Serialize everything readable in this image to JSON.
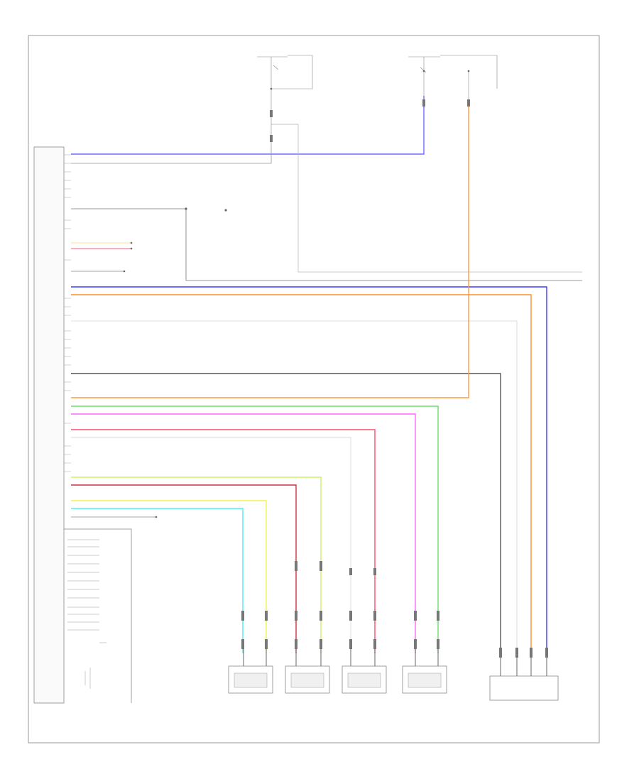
{
  "diagram": {
    "frame_colors": {
      "border": "#9a9a9a",
      "wire_black": "#555555",
      "wire_gray": "#bbbbbb"
    },
    "wires": [
      {
        "id": "blu-top",
        "color": "#6b6bff"
      },
      {
        "id": "orn-main",
        "color": "#ff9a3c"
      },
      {
        "id": "blu-right",
        "color": "#3b3bff"
      },
      {
        "id": "orn-right",
        "color": "#ff8c2a"
      },
      {
        "id": "gray-right",
        "color": "#cfcfcf"
      },
      {
        "id": "blk-right",
        "color": "#555555"
      },
      {
        "id": "grn",
        "color": "#66e066"
      },
      {
        "id": "pnk",
        "color": "#ff66ff"
      },
      {
        "id": "red",
        "color": "#ff4d6d"
      },
      {
        "id": "yel-grn",
        "color": "#ccf066"
      },
      {
        "id": "brn-red",
        "color": "#cc3344"
      },
      {
        "id": "yel",
        "color": "#f2f24d"
      },
      {
        "id": "cyan",
        "color": "#4df0f0"
      },
      {
        "id": "yel-pnk",
        "color": "#ffc7b0"
      },
      {
        "id": "red-pnk",
        "color": "#ff6688"
      }
    ]
  }
}
